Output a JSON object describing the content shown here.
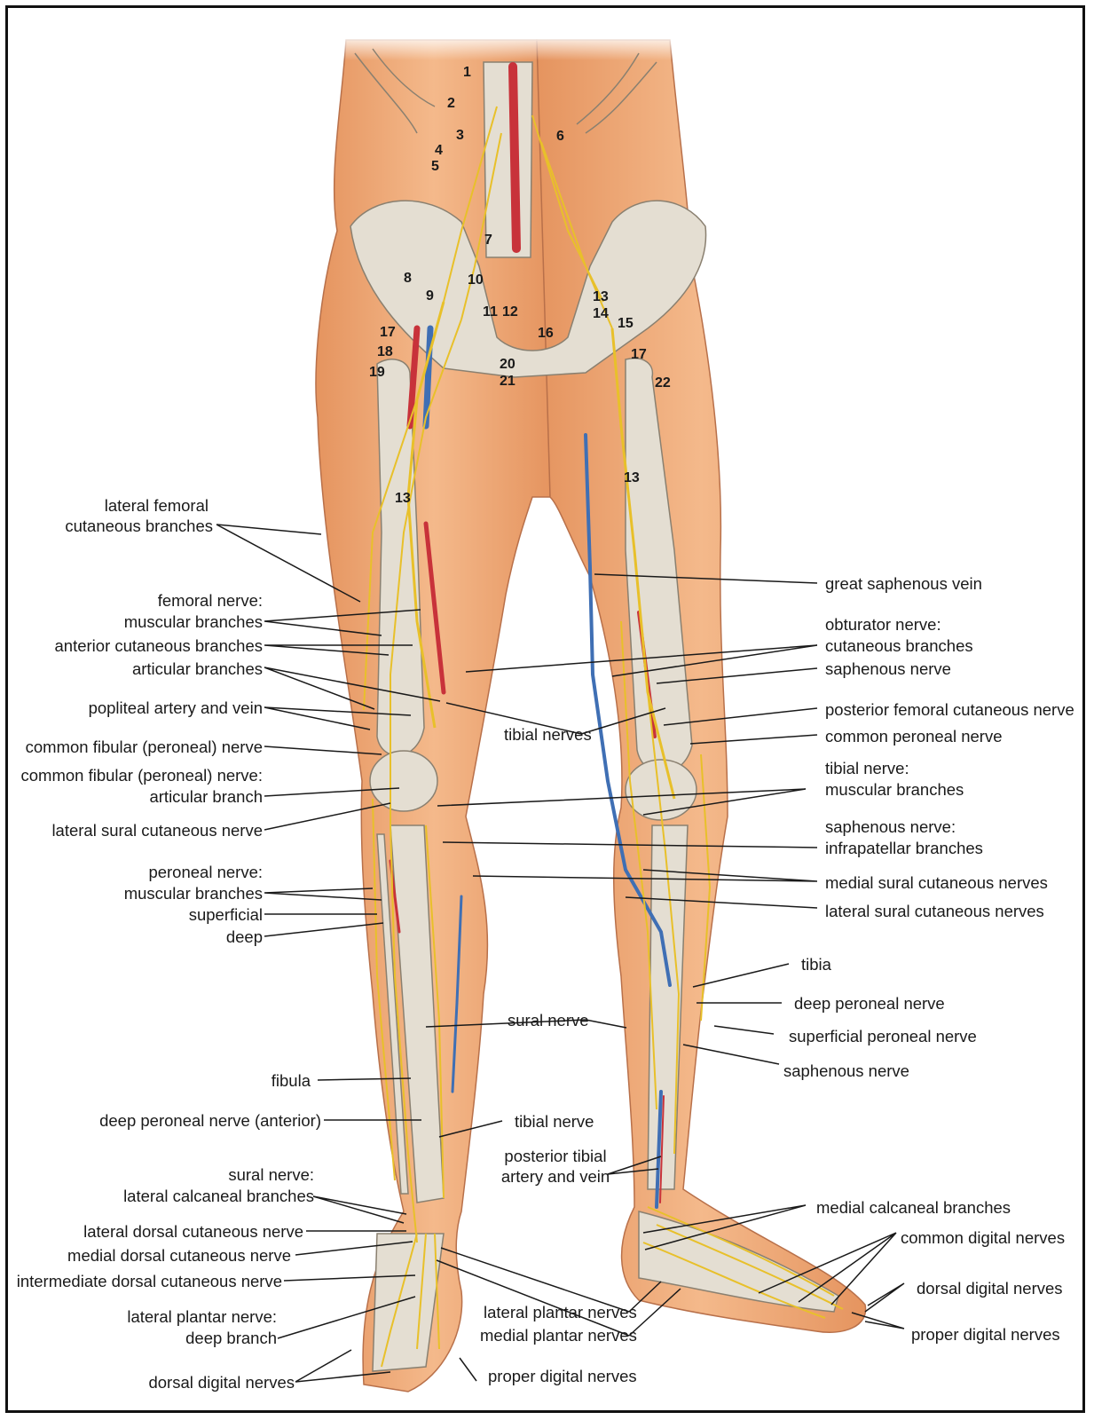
{
  "figure": {
    "numbers": [
      "1",
      "2",
      "3",
      "4",
      "5",
      "6",
      "7",
      "8",
      "9",
      "10",
      "11",
      "12",
      "13",
      "14",
      "15",
      "16",
      "17",
      "18",
      "19",
      "20",
      "21",
      "22"
    ],
    "left_labels": {
      "lateral_femoral": [
        "lateral femoral",
        "cutaneous branches"
      ],
      "femoral_nerve": [
        "femoral nerve:",
        "muscular branches"
      ],
      "anterior_cutaneous": "anterior cutaneous branches",
      "articular_branches": "articular branches",
      "popliteal": "popliteal artery and vein",
      "common_fibular": "common fibular (peroneal) nerve",
      "common_fibular_art": [
        "common fibular (peroneal) nerve:",
        "articular branch"
      ],
      "lateral_sural": "lateral sural cutaneous nerve",
      "peroneal_nerve": [
        "peroneal nerve:",
        "muscular branches"
      ],
      "superficial": "superficial",
      "deep": "deep",
      "fibula": "fibula",
      "deep_peroneal_anterior": "deep peroneal nerve (anterior)",
      "sural_nerve_lat": [
        "sural nerve:",
        "lateral calcaneal branches"
      ],
      "lat_dorsal_cut": "lateral dorsal cutaneous nerve",
      "med_dorsal_cut": "medial dorsal cutaneous nerve",
      "int_dorsal_cut": "intermediate dorsal cutaneous nerve",
      "lat_plantar_deep": [
        "lateral plantar nerve:",
        "deep branch"
      ],
      "dorsal_digital_left": "dorsal digital nerves"
    },
    "center_labels": {
      "tibial_nerves": "tibial nerves",
      "sural_nerve": "sural nerve",
      "tibial_nerve": "tibial nerve",
      "post_tibial": [
        "posterior tibial",
        "artery and vein"
      ],
      "lateral_plantar": "lateral plantar nerves",
      "medial_plantar": "medial plantar nerves",
      "proper_digital_center": "proper digital nerves"
    },
    "right_labels": {
      "great_saphenous": "great saphenous vein",
      "obturator": [
        "obturator nerve:",
        "cutaneous branches"
      ],
      "saphenous": "saphenous nerve",
      "post_femoral_cut": "posterior femoral cutaneous nerve",
      "common_peroneal": "common peroneal nerve",
      "tibial_muscular": [
        "tibial nerve:",
        "muscular branches"
      ],
      "saphenous_infra": [
        "saphenous nerve:",
        "infrapatellar branches"
      ],
      "medial_sural": "medial sural cutaneous nerves",
      "lateral_sural_r": "lateral sural cutaneous nerves",
      "tibia": "tibia",
      "deep_peroneal": "deep peroneal nerve",
      "superficial_peroneal": "superficial peroneal nerve",
      "saphenous_low": "saphenous nerve",
      "medial_calcaneal": "medial calcaneal branches",
      "common_digital": "common digital nerves",
      "dorsal_digital_right": "dorsal digital nerves",
      "proper_digital_right": "proper digital nerves"
    },
    "colors": {
      "skin": "#efa97a",
      "bone": "#e4ded2",
      "nerve": "#e8c02a",
      "artery": "#c8323a",
      "vein": "#3f6fb4"
    }
  }
}
